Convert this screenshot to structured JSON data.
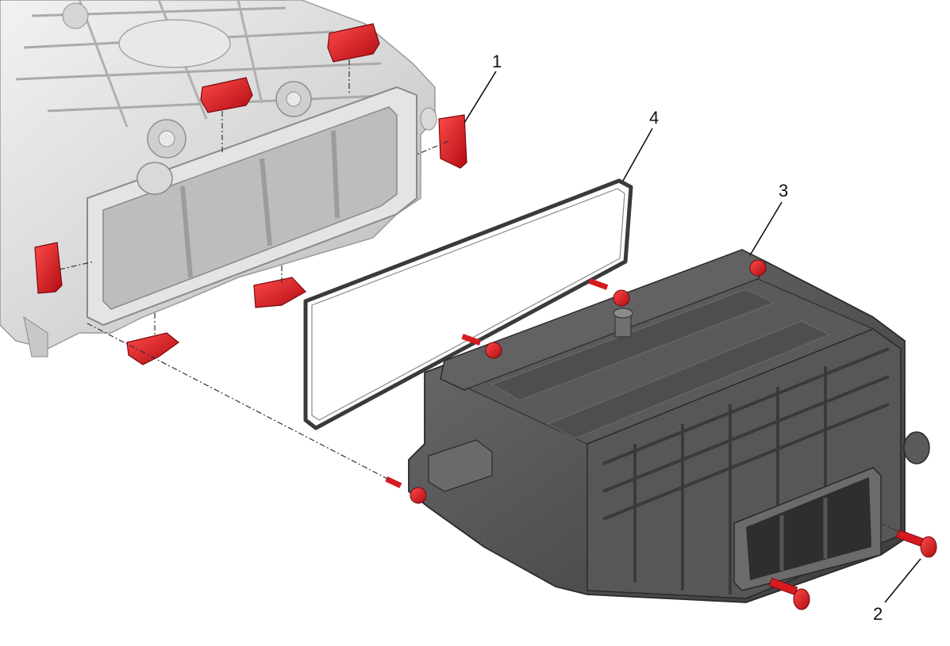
{
  "callouts": [
    {
      "id": "1",
      "label": "1"
    },
    {
      "id": "2",
      "label": "2"
    },
    {
      "id": "3",
      "label": "3"
    },
    {
      "id": "4",
      "label": "4"
    }
  ],
  "colors": {
    "highlight": "#e0141e",
    "housing_light": "#d9d9d9",
    "housing_mid": "#bdbdbd",
    "cooler_dark": "#4a4a4a",
    "cooler_mid": "#5e5e5e",
    "gasket": "#3a3a3a",
    "background": "#ffffff"
  }
}
